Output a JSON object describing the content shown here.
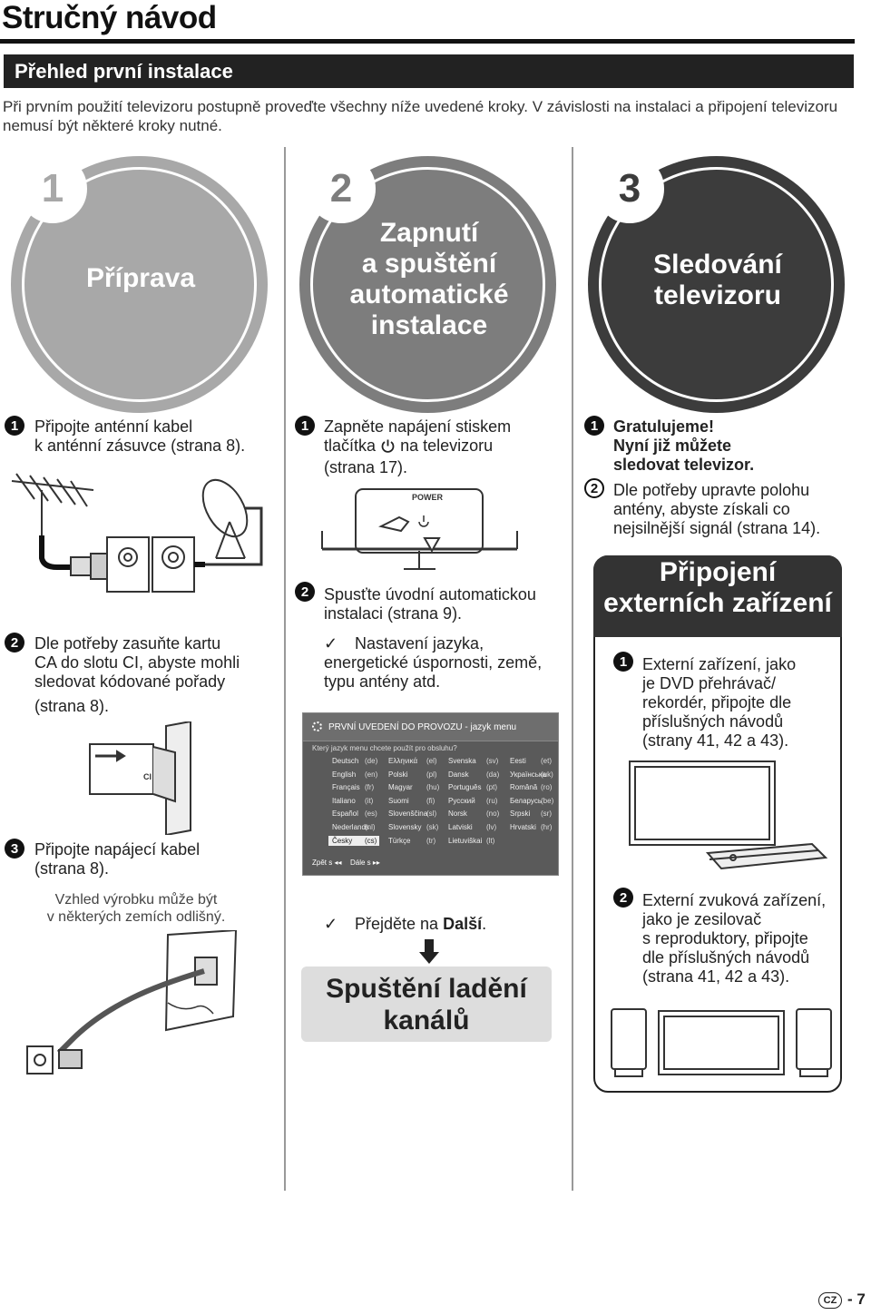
{
  "title": "Stručný návod",
  "section_title": "Přehled první instalace",
  "intro": "Při prvním použití televizoru postupně proveďte všechny níže uvedené kroky. V závislosti na instalaci a připojení televizoru nemusí být některé kroky nutné.",
  "stages": [
    {
      "number": "1",
      "label_lines": [
        "Příprava"
      ],
      "color": "#a8a8a8"
    },
    {
      "number": "2",
      "label_lines": [
        "Zapnutí",
        "a spuštění",
        "automatické",
        "instalace"
      ],
      "color": "#7d7d7d"
    },
    {
      "number": "3",
      "label_lines": [
        "Sledování",
        "televizoru"
      ],
      "color": "#3c3c3c"
    }
  ],
  "col1": {
    "step1_num": "1",
    "step1_lines": [
      "Připojte anténní kabel",
      "k anténní zásuvce (strana 8)."
    ],
    "step2_num": "2",
    "step2_lines": [
      "Dle potřeby zasuňte kartu",
      "CA do slotu CI, abyste mohli",
      "sledovat kódované pořady",
      "(strana 8)."
    ],
    "step3_num": "3",
    "step3_lines": [
      "Připojte napájecí kabel",
      "(strana 8)."
    ],
    "note_lines": [
      "Vzhled výrobku může být",
      "v některých zemích odlišný."
    ],
    "ci_label": "CI"
  },
  "col2": {
    "step1_num": "1",
    "step1_lines": [
      "Zapněte napájení stiskem",
      "tlačítka",
      "na televizoru",
      "(strana 17)."
    ],
    "power_label": "POWER",
    "step2_num": "2",
    "step2_lines": [
      "Spusťte úvodní automatickou",
      "instalaci (strana 9)."
    ],
    "check1_lines": [
      "Nastavení jazyka,",
      "energetické úspornosti, země,",
      "typu antény atd."
    ],
    "check_mark": "✓",
    "menu": {
      "title": "PRVNÍ UVEDENÍ DO PROVOZU - jazyk menu",
      "question": "Který jazyk menu chcete použít pro obsluhu?",
      "columns": [
        [
          [
            "Deutsch",
            "(de)"
          ],
          [
            "English",
            "(en)"
          ],
          [
            "Français",
            "(fr)"
          ],
          [
            "Italiano",
            "(it)"
          ],
          [
            "Español",
            "(es)"
          ],
          [
            "Nederlands",
            "(nl)"
          ],
          [
            "Česky",
            "(cs)"
          ]
        ],
        [
          [
            "Ελληνικά",
            "(el)"
          ],
          [
            "Polski",
            "(pl)"
          ],
          [
            "Magyar",
            "(hu)"
          ],
          [
            "Suomi",
            "(fi)"
          ],
          [
            "Slovenščina",
            "(sl)"
          ],
          [
            "Slovensky",
            "(sk)"
          ],
          [
            "Türkçe",
            "(tr)"
          ]
        ],
        [
          [
            "Svenska",
            "(sv)"
          ],
          [
            "Dansk",
            "(da)"
          ],
          [
            "Português",
            "(pt)"
          ],
          [
            "Русский",
            "(ru)"
          ],
          [
            "Norsk",
            "(no)"
          ],
          [
            "Latviski",
            "(lv)"
          ],
          [
            "Lietuviškai",
            "(lt)"
          ]
        ],
        [
          [
            "Eesti",
            "(et)"
          ],
          [
            "Українська",
            "(uk)"
          ],
          [
            "Română",
            "(ro)"
          ],
          [
            "Беларусь",
            "(be)"
          ],
          [
            "Srpski",
            "(sr)"
          ],
          [
            "Hrvatski",
            "(hr)"
          ]
        ]
      ],
      "back": "Zpět s ◂◂",
      "next": "Dále s ▸▸"
    },
    "check2_prefix": "Přejděte na ",
    "check2_bold": "Další",
    "check2_suffix": ".",
    "gray_lines": [
      "Spuštění ladění",
      "kanálů"
    ]
  },
  "col3": {
    "step1_num": "1",
    "step1_lines": [
      "Gratulujeme!",
      "Nyní již můžete",
      "sledovat televizor."
    ],
    "step2_num": "2",
    "step2_lines": [
      "Dle potřeby upravte polohu",
      "antény, abyste získali co",
      "nejsilnější signál (strana 14)."
    ],
    "panel_title_lines": [
      "Připojení",
      "externích zařízení"
    ],
    "ext1_num": "1",
    "ext1_lines": [
      "Externí zařízení, jako",
      "je DVD přehrávač/",
      "rekordér, připojte dle",
      "příslušných návodů",
      "(strany 41, 42 a 43)."
    ],
    "ext2_num": "2",
    "ext2_lines": [
      "Externí zvuková zařízení,",
      "jako je zesilovač",
      "s reproduktory, připojte",
      "dle příslušných návodů",
      "(strana 41, 42 a 43)."
    ]
  },
  "footer": {
    "country": "CZ",
    "separator": "-",
    "page": "7"
  }
}
